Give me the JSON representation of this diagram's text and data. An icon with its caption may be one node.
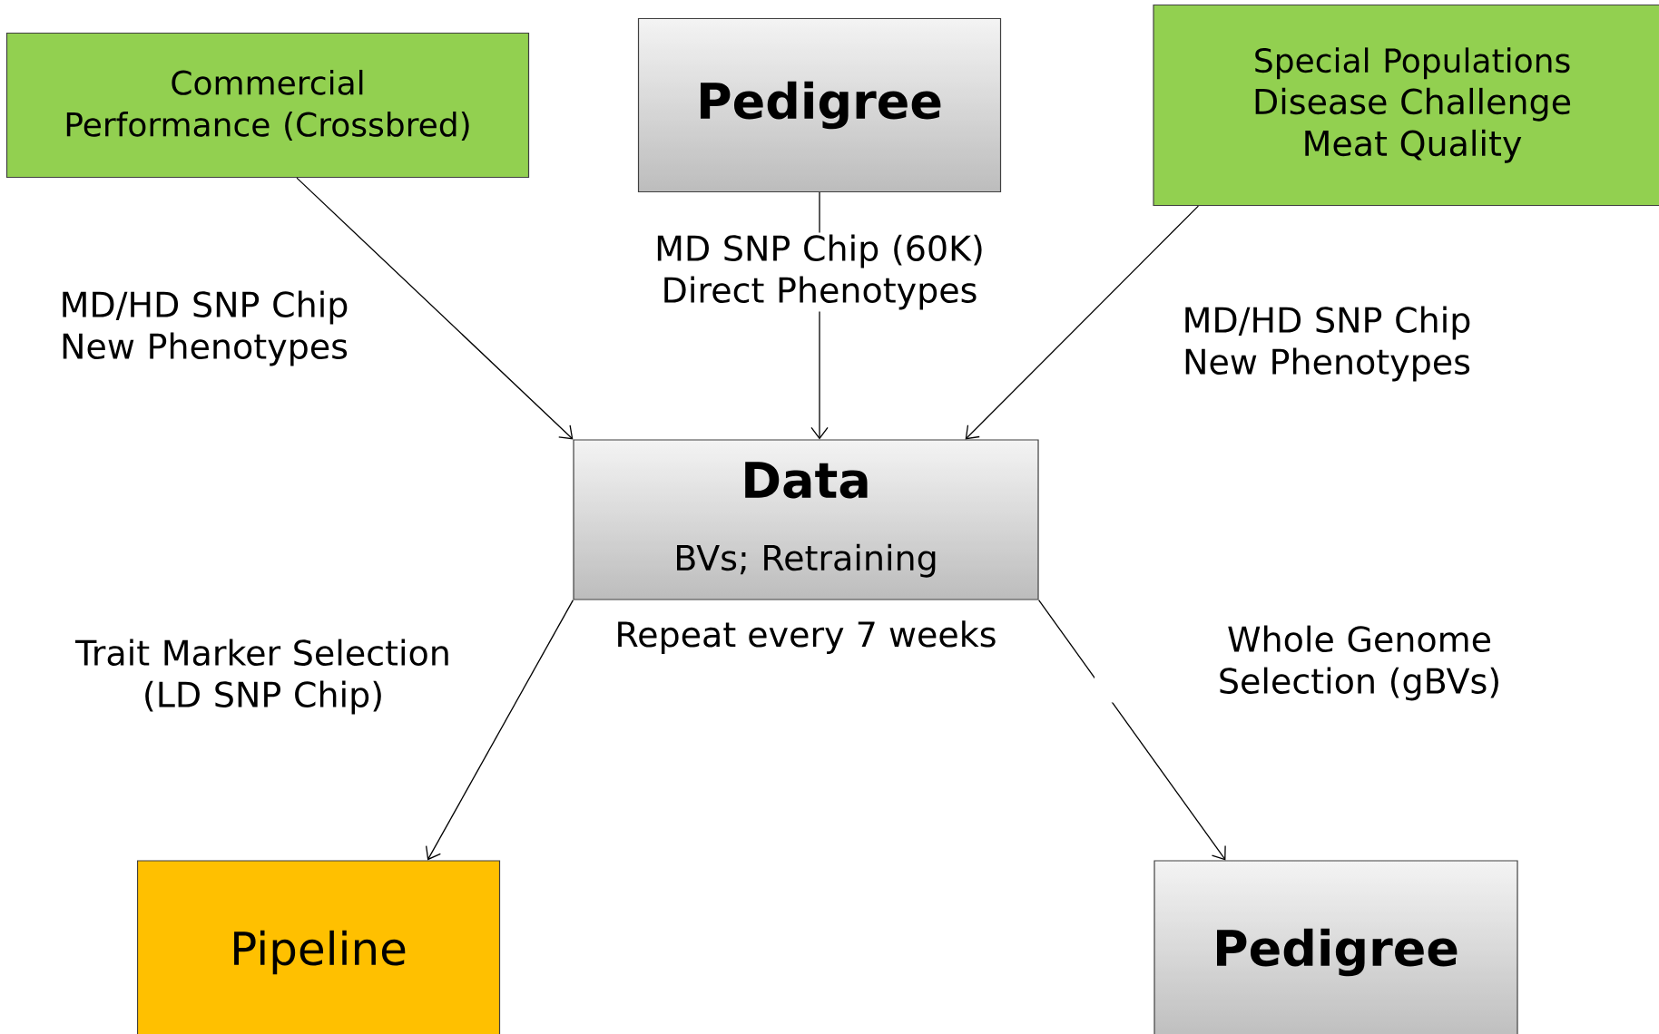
{
  "diagram": {
    "nodes": [
      {
        "text": [
          "Commercial Performance (Crossbred)"
        ]
      },
      {
        "text": [
          "Pedigree"
        ]
      },
      {
        "text": [
          "Special Populations",
          "Disease Challenge",
          "Meat Quality"
        ]
      },
      {
        "text": [
          "Data",
          "BVs; Retraining"
        ],
        "beside": [
          "Repeat every 7 weeks"
        ]
      },
      {
        "text": [
          "Pipeline"
        ]
      },
      {
        "text": [
          "Pedigree"
        ]
      }
    ],
    "edges": [
      {
        "from": 0,
        "to": 3,
        "arrow": "to",
        "label": "MD/HD SNP Chip New Phenotypes"
      },
      {
        "from": 1,
        "to": 3,
        "arrow": "to",
        "label": "MD SNP Chip (60K) Direct Phenotypes"
      },
      {
        "from": 2,
        "to": 3,
        "arrow": "to",
        "label": "MD/HD SNP Chip New Phenotypes"
      },
      {
        "from": 3,
        "to": 4,
        "arrow": "to",
        "label": "Trait Marker Selection (LD SNP Chip)"
      },
      {
        "from": 3,
        "to": 5,
        "arrow": "to",
        "label": "Whole Genome Selection (gBVs)"
      }
    ]
  }
}
